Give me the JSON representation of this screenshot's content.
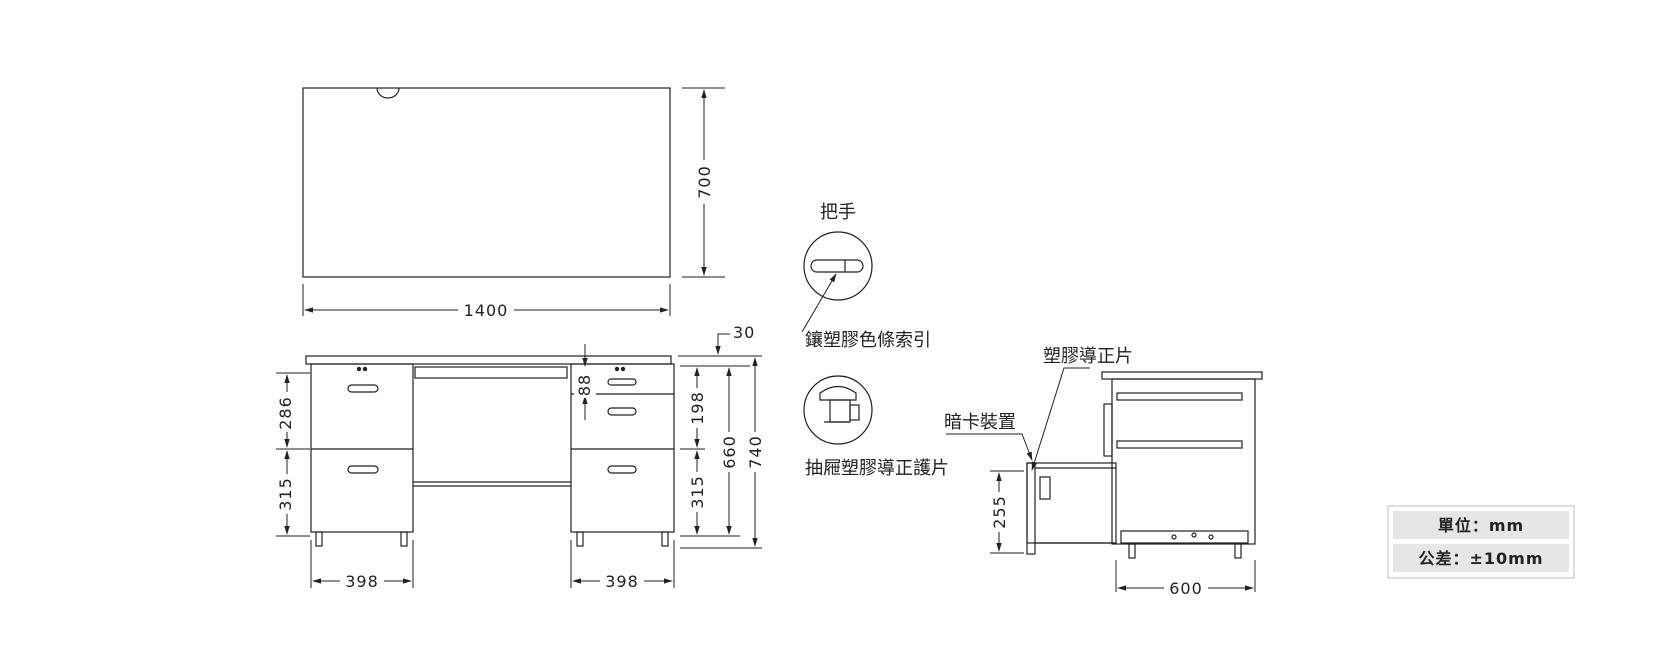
{
  "top_view": {
    "width_label": "1400",
    "depth_label": "700"
  },
  "front_view": {
    "top_thickness_label": "30",
    "left_pedestal": {
      "upper_drawer_label": "286",
      "lower_drawer_label": "315",
      "width_label": "398"
    },
    "right_pedestal": {
      "pencil_drawer_label": "88",
      "middle_drawer_label": "198",
      "lower_drawer_label": "315",
      "width_label": "398"
    },
    "knee_height_label": "660",
    "total_height_label": "740"
  },
  "details": {
    "handle_title": "把手",
    "handle_caption": "鑲塑膠色條索引",
    "guide_caption": "抽屜塑膠導正護片"
  },
  "side_view": {
    "guide_label": "塑膠導正片",
    "lock_label": "暗卡裝置",
    "drawer_height_label": "255",
    "depth_label": "600"
  },
  "units_box": {
    "unit_line": "單位：mm",
    "tolerance_line": "公差：±10mm"
  }
}
